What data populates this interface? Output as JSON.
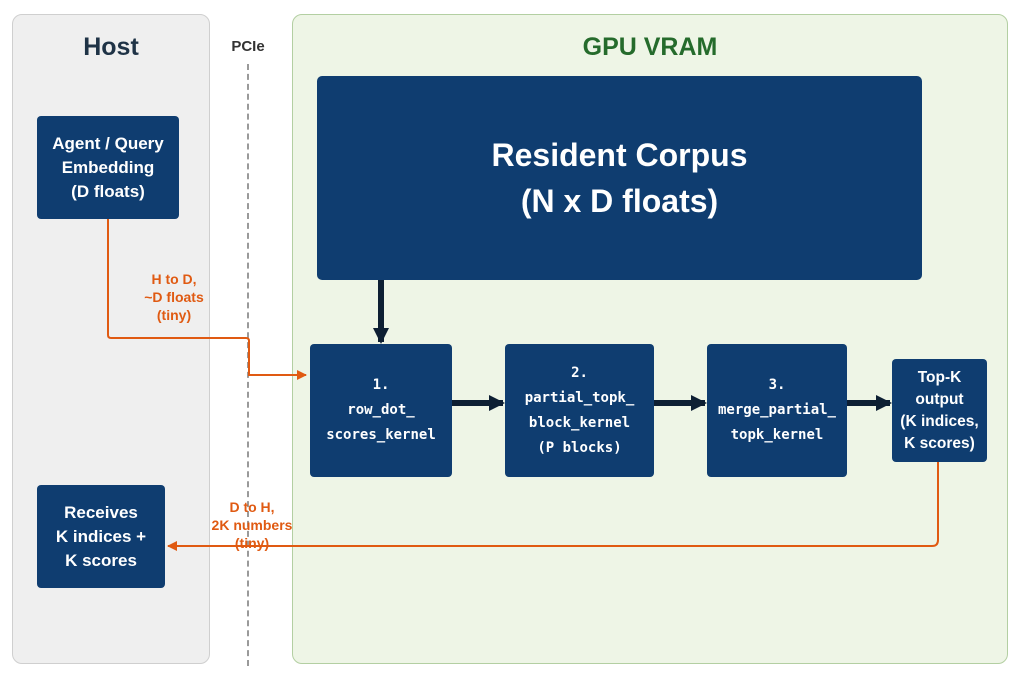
{
  "host": {
    "title": "Host"
  },
  "gpu": {
    "title": "GPU VRAM"
  },
  "pcie": {
    "label": "PCIe"
  },
  "boxes": {
    "query": "Agent / Query\nEmbedding\n(D floats)",
    "corpus": "Resident Corpus\n(N x D floats)",
    "kernel1": "1.\nrow_dot_\nscores_kernel",
    "kernel2": "2.\npartial_topk_\nblock_kernel\n(P blocks)",
    "kernel3": "3.\nmerge_partial_\ntopk_kernel",
    "topk": "Top-K\noutput\n(K indices,\nK scores)",
    "receives": "Receives\nK indices +\nK scores"
  },
  "transfers": {
    "h2d": "H to D,\n~D floats\n(tiny)",
    "d2h": "D to H,\n2K numbers\n(tiny)"
  },
  "colors": {
    "box_fill": "#0f3d70",
    "transfer_arrow": "#e05a12",
    "flow_arrow": "#0d1f33",
    "host_bg": "#efefef",
    "gpu_bg": "#eef5e6",
    "gpu_title": "#256b2c"
  }
}
